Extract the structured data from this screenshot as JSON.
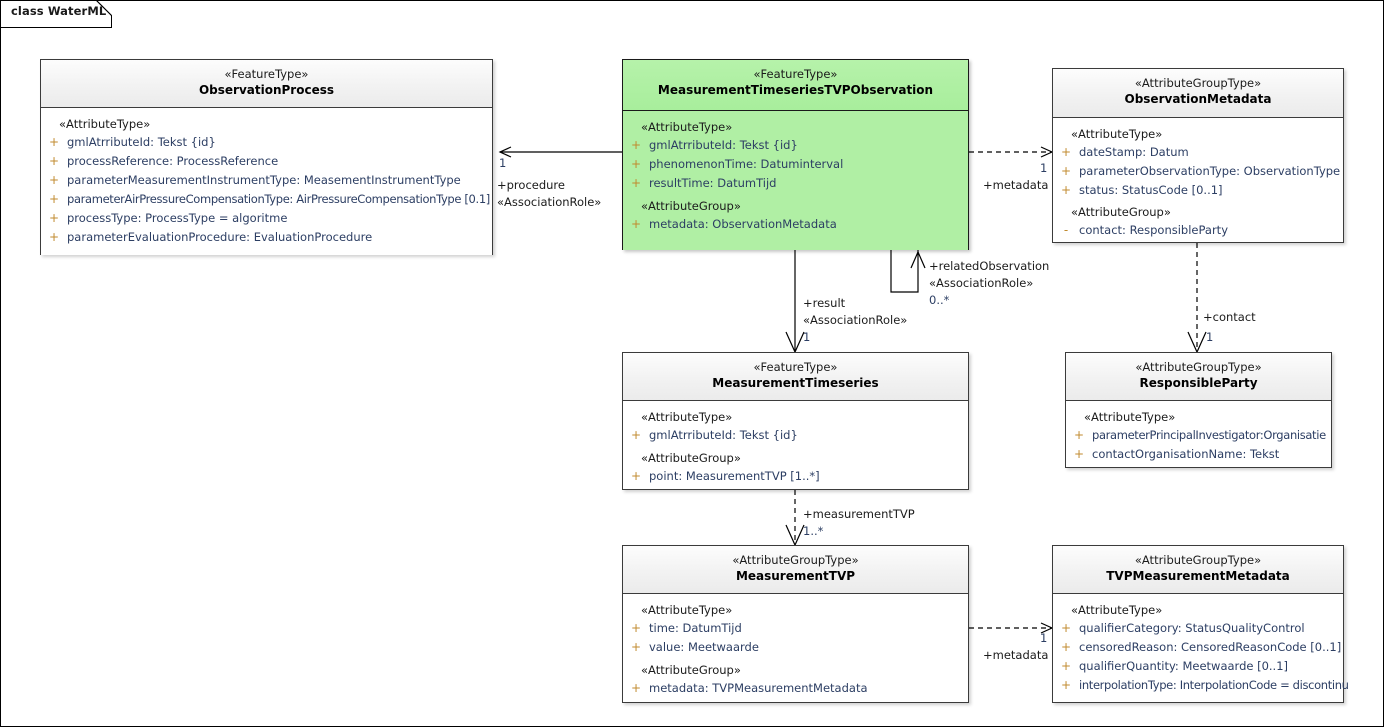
{
  "diagram": {
    "frame_label": "class WaterML",
    "accent_highlight_color": "#b0efa4",
    "attribute_text_color": "#2c3e63",
    "visibility_marker_color": "#c08a2e"
  },
  "classes": {
    "observation_process": {
      "stereotype": "«FeatureType»",
      "name": "ObservationProcess",
      "sections": [
        {
          "group": "«AttributeType»",
          "attributes": [
            {
              "vis": "+",
              "text": "gmlAtrributeId: Tekst {id}"
            },
            {
              "vis": "+",
              "text": "processReference: ProcessReference"
            },
            {
              "vis": "+",
              "text": "parameterMeasurementInstrumentType: MeasementInstrumentType"
            },
            {
              "vis": "+",
              "text": "parameterAirPressureCompensationType: AirPressureCompensationType [0.1]"
            },
            {
              "vis": "+",
              "text": "processType: ProcessType = algoritme"
            },
            {
              "vis": "+",
              "text": "parameterEvaluationProcedure: EvaluationProcedure"
            }
          ]
        }
      ]
    },
    "measurement_timeseries_tvp_observation": {
      "stereotype": "«FeatureType»",
      "name": "MeasurementTimeseriesTVPObservation",
      "sections": [
        {
          "group": "«AttributeType»",
          "attributes": [
            {
              "vis": "+",
              "text": "gmlAtrributeId: Tekst {id}"
            },
            {
              "vis": "+",
              "text": "phenomenonTime: Datuminterval"
            },
            {
              "vis": "+",
              "text": "resultTime: DatumTijd"
            }
          ]
        },
        {
          "group": "«AttributeGroup»",
          "attributes": [
            {
              "vis": "+",
              "text": "metadata: ObservationMetadata"
            }
          ]
        }
      ]
    },
    "observation_metadata": {
      "stereotype": "«AttributeGroupType»",
      "name": "ObservationMetadata",
      "sections": [
        {
          "group": "«AttributeType»",
          "attributes": [
            {
              "vis": "+",
              "text": "dateStamp: Datum"
            },
            {
              "vis": "+",
              "text": "parameterObservationType: ObservationType"
            },
            {
              "vis": "+",
              "text": "status: StatusCode [0..1]"
            }
          ]
        },
        {
          "group": "«AttributeGroup»",
          "attributes": [
            {
              "vis": "-",
              "text": "contact: ResponsibleParty"
            }
          ]
        }
      ]
    },
    "measurement_timeseries": {
      "stereotype": "«FeatureType»",
      "name": "MeasurementTimeseries",
      "sections": [
        {
          "group": "«AttributeType»",
          "attributes": [
            {
              "vis": "+",
              "text": "gmlAtrributeId: Tekst {id}"
            }
          ]
        },
        {
          "group": "«AttributeGroup»",
          "attributes": [
            {
              "vis": "+",
              "text": "point: MeasurementTVP [1..*]"
            }
          ]
        }
      ]
    },
    "responsible_party": {
      "stereotype": "«AttributeGroupType»",
      "name": "ResponsibleParty",
      "sections": [
        {
          "group": "«AttributeType»",
          "attributes": [
            {
              "vis": "+",
              "text": "parameterPrincipalInvestigator:Organisatie"
            },
            {
              "vis": "+",
              "text": "contactOrganisationName: Tekst"
            }
          ]
        }
      ]
    },
    "measurement_tvp": {
      "stereotype": "«AttributeGroupType»",
      "name": "MeasurementTVP",
      "sections": [
        {
          "group": "«AttributeType»",
          "attributes": [
            {
              "vis": "+",
              "text": "time: DatumTijd"
            },
            {
              "vis": "+",
              "text": "value: Meetwaarde"
            }
          ]
        },
        {
          "group": "«AttributeGroup»",
          "attributes": [
            {
              "vis": "+",
              "text": "metadata: TVPMeasurementMetadata"
            }
          ]
        }
      ]
    },
    "tvp_measurement_metadata": {
      "stereotype": "«AttributeGroupType»",
      "name": "TVPMeasurementMetadata",
      "sections": [
        {
          "group": "«AttributeType»",
          "attributes": [
            {
              "vis": "+",
              "text": "qualifierCategory: StatusQualityControl"
            },
            {
              "vis": "+",
              "text": "censoredReason: CensoredReasonCode [0..1]"
            },
            {
              "vis": "+",
              "text": "qualifierQuantity: Meetwaarde [0..1]"
            },
            {
              "vis": "+",
              "text": "interpolationType: InterpolationCode = discontinu"
            }
          ]
        }
      ]
    }
  },
  "connectors": {
    "procedure": {
      "multiplicity": "1",
      "role": "+procedure",
      "stereotype": "«AssociationRole»"
    },
    "metadata_observation": {
      "multiplicity": "1",
      "role": "+metadata"
    },
    "related_observation": {
      "role": "+relatedObservation",
      "stereotype": "«AssociationRole»",
      "multiplicity": "0..*"
    },
    "result": {
      "role": "+result",
      "stereotype": "«AssociationRole»",
      "multiplicity": "1"
    },
    "contact": {
      "role": "+contact",
      "multiplicity": "1"
    },
    "measurement_tvp": {
      "role": "+measurementTVP",
      "multiplicity": "1..*"
    },
    "metadata_tvp": {
      "multiplicity": "1",
      "role": "+metadata"
    }
  }
}
